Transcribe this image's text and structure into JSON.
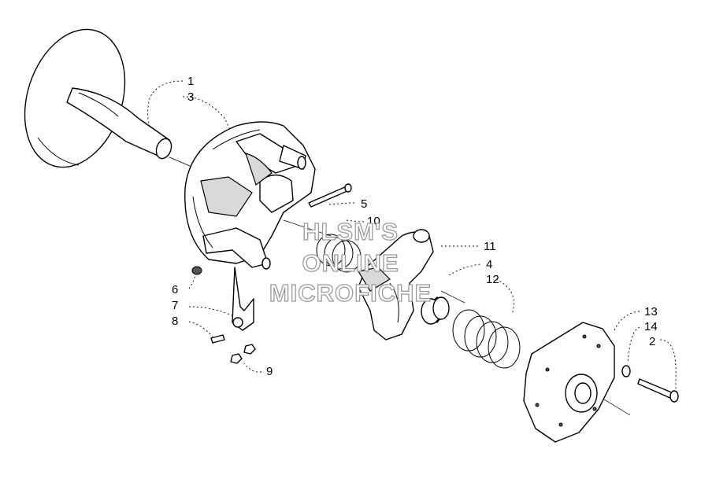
{
  "callouts": [
    {
      "label": "1"
    },
    {
      "label": "3"
    },
    {
      "label": "5"
    },
    {
      "label": "10"
    },
    {
      "label": "11"
    },
    {
      "label": "4"
    },
    {
      "label": "12"
    },
    {
      "label": "6"
    },
    {
      "label": "7"
    },
    {
      "label": "8"
    },
    {
      "label": "9"
    },
    {
      "label": "13"
    },
    {
      "label": "14"
    },
    {
      "label": "2"
    }
  ],
  "watermark": {
    "line1": "HLSM'S",
    "line2": "ONLINE",
    "line3": "MICROFICHE"
  }
}
